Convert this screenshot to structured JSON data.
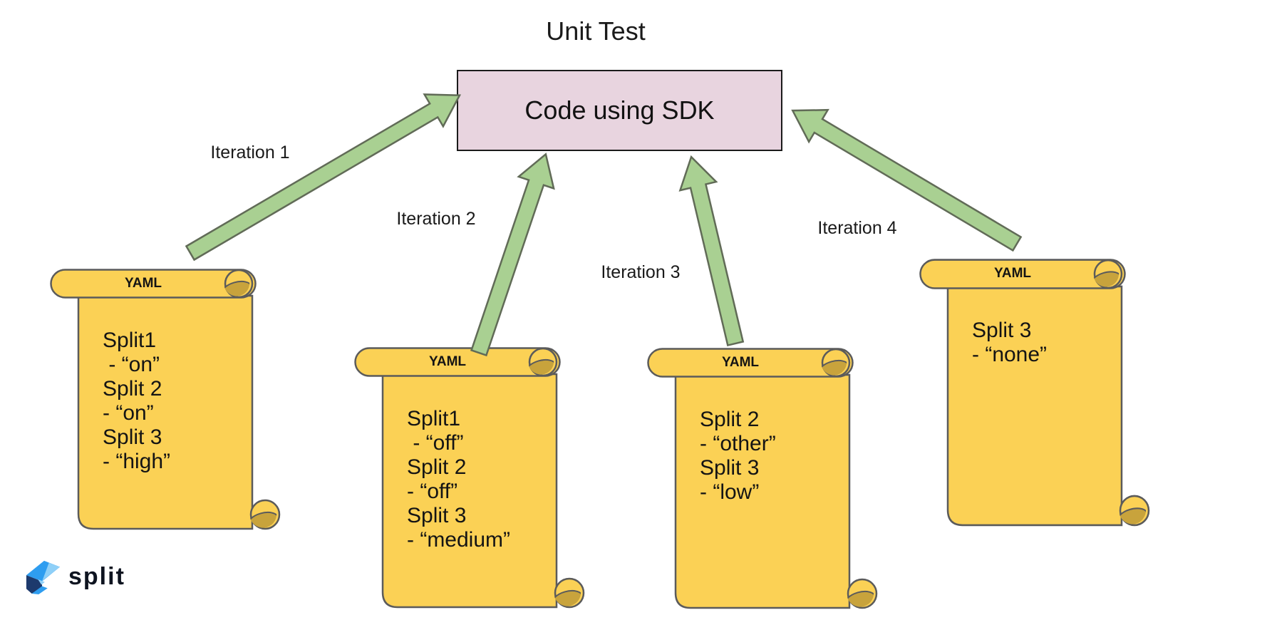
{
  "title": "Unit Test",
  "box": {
    "label": "Code using SDK"
  },
  "arrows": [
    {
      "label": "Iteration 1"
    },
    {
      "label": "Iteration 2"
    },
    {
      "label": "Iteration 3"
    },
    {
      "label": "Iteration 4"
    }
  ],
  "scrolls": [
    {
      "header": "YAML",
      "lines": [
        "Split1",
        " - “on”",
        "Split 2",
        "- “on”",
        "Split 3",
        "- “high”"
      ]
    },
    {
      "header": "YAML",
      "lines": [
        "Split1",
        " - “off”",
        "Split 2",
        "- “off”",
        "Split 3",
        "- “medium”"
      ]
    },
    {
      "header": "YAML",
      "lines": [
        "Split 2",
        "- “other”",
        "Split 3",
        "- “low”"
      ]
    },
    {
      "header": "YAML",
      "lines": [
        "Split 3",
        "- “none”"
      ]
    }
  ],
  "logo": {
    "text": "split"
  },
  "colors": {
    "scroll_yellow": "#fbd155",
    "scroll_gold": "#c8a33c",
    "scroll_outline": "#5b5b5b",
    "arrow_green": "#a9d092",
    "arrow_outline": "#616b57",
    "box_pink": "#e8d4df",
    "box_outline": "#1b1b1b",
    "logo_blue": "#2e9df0",
    "logo_light_blue": "#8fd0f8",
    "logo_navy": "#1d3a6d",
    "text_color": "#141414"
  }
}
